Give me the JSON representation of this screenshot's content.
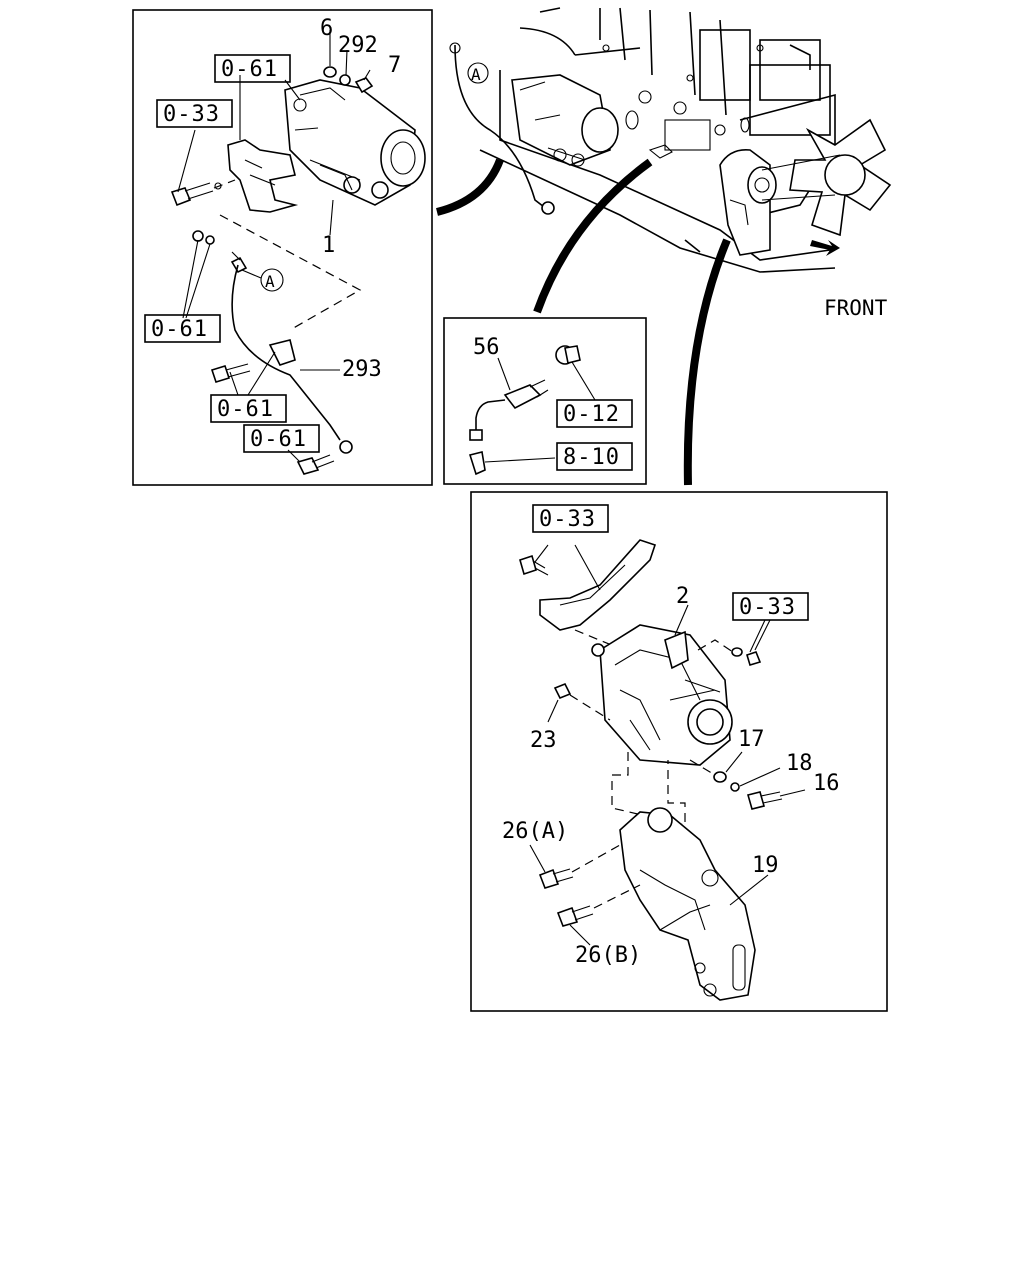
{
  "callouts": {
    "p6": "6",
    "p292": "292",
    "p7": "7",
    "p1": "1",
    "p293": "293",
    "p56": "56",
    "p2": "2",
    "p23": "23",
    "p17": "17",
    "p18": "18",
    "p16": "16",
    "p26a": "26(A)",
    "p19": "19",
    "p26b": "26(B)"
  },
  "refs": {
    "r061_top": "0-61",
    "r033_left": "0-33",
    "r061_left": "0-61",
    "r061_mid": "0-61",
    "r061_bot": "0-61",
    "r012": "0-12",
    "r810": "8-10",
    "r033_alt_top": "0-33",
    "r033_alt_right": "0-33"
  },
  "markers": {
    "a_inset": "A",
    "a_engine": "A"
  },
  "front_label": "FRONT",
  "icons": {
    "front_arrow": "arrow-right-icon"
  }
}
